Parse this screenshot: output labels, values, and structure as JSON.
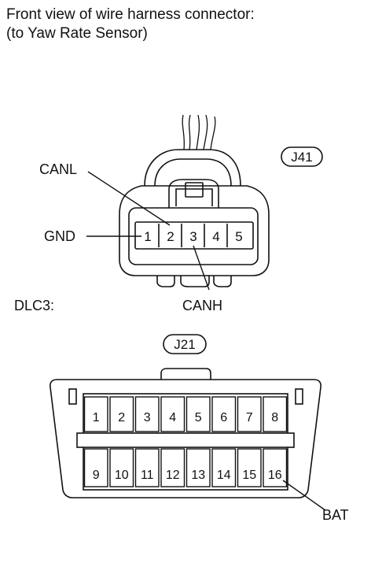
{
  "header": {
    "line1": "Front view of wire harness connector:",
    "line2": "(to Yaw Rate Sensor)"
  },
  "connector_j41": {
    "id_badge": "J41",
    "pins": [
      "1",
      "2",
      "3",
      "4",
      "5"
    ],
    "labels": {
      "canl": "CANL",
      "gnd": "GND",
      "canh": "CANH"
    }
  },
  "dlc3": {
    "title": "DLC3:",
    "id_badge": "J21",
    "top_pins": [
      "1",
      "2",
      "3",
      "4",
      "5",
      "6",
      "7",
      "8"
    ],
    "bottom_pins": [
      "9",
      "10",
      "11",
      "12",
      "13",
      "14",
      "15",
      "16"
    ],
    "labels": {
      "bat": "BAT"
    }
  }
}
